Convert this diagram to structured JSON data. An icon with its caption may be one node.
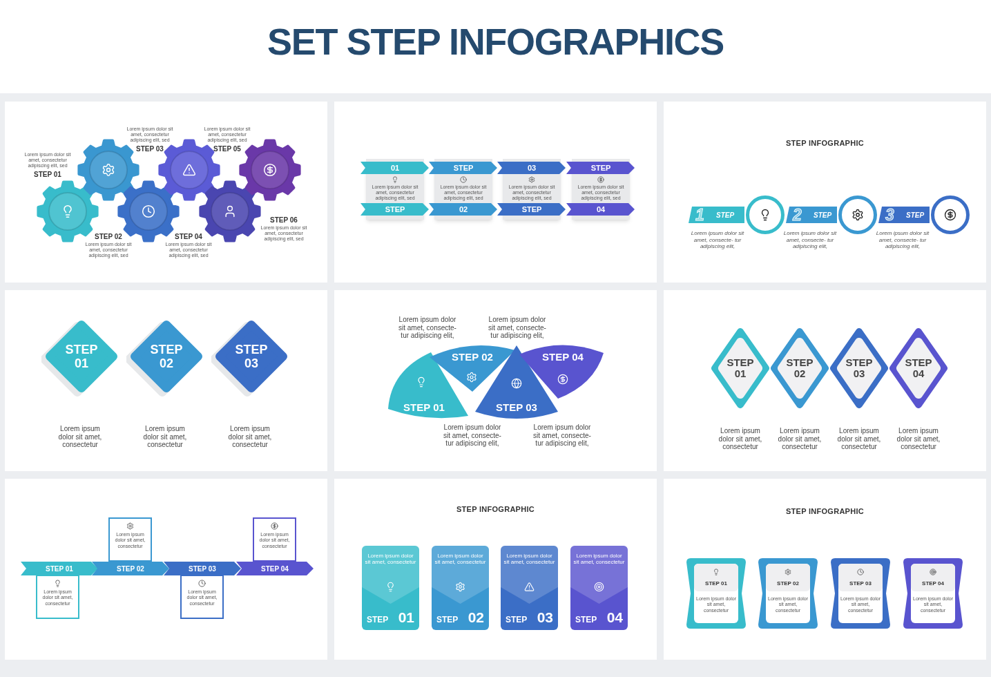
{
  "diagram": {
    "title": "SET STEP INFOGRAPHICS",
    "nodes": [
      {
        "text": [],
        "shape": "box"
      },
      {
        "text": [],
        "shape": "gear",
        "in": 0
      },
      {
        "text": [],
        "shape": "gear",
        "in": 0
      },
      {
        "text": [],
        "shape": "gear",
        "in": 0
      },
      {
        "text": [],
        "shape": "gear",
        "in": 0
      },
      {
        "text": [],
        "shape": "gear",
        "in": 0
      },
      {
        "text": [],
        "shape": "gear",
        "in": 0
      },
      {
        "text": [],
        "shape": "box"
      },
      {
        "text": [
          "01",
          "Lorem ipsum dolor sit amet, consectetur adipiscing elit, sed",
          "STEP"
        ],
        "in": 7
      },
      {
        "text": [
          "STEP",
          "Lorem ipsum dolor sit amet, consectetur adipiscing elit, sed",
          "02"
        ],
        "in": 7
      },
      {
        "text": [
          "03",
          "Lorem ipsum dolor sit amet, consectetur adipiscing elit, sed",
          "STEP"
        ],
        "in": 7
      },
      {
        "text": [
          "STEP",
          "Lorem ipsum dolor sit amet, consectetur adipiscing elit, sed",
          "04"
        ],
        "in": 7
      },
      {
        "text": [
          "STEP INFOGRAPHIC"
        ]
      },
      {
        "text": [
          "1",
          "STEP"
        ],
        "in": 12
      },
      {
        "text": [],
        "shape": "circle",
        "in": 12
      },
      {
        "text": [
          "2",
          "STEP"
        ],
        "in": 12
      },
      {
        "text": [],
        "shape": "circle",
        "in": 12
      },
      {
        "text": [
          "3",
          "STEP"
        ],
        "in": 12
      },
      {
        "text": [],
        "shape": "circle",
        "in": 12
      },
      {
        "text": [],
        "shape": "box"
      },
      {
        "text": [
          "STEP 01"
        ],
        "in": 19
      },
      {
        "text": [
          "STEP 02"
        ],
        "in": 19
      },
      {
        "text": [
          "STEP 03"
        ],
        "in": 19
      },
      {
        "text": [],
        "shape": "box"
      },
      {
        "text": [
          "STEP 01"
        ],
        "in": 23
      },
      {
        "text": [
          "STEP 02"
        ],
        "in": 23
      },
      {
        "text": [
          "STEP 03"
        ],
        "in": 23
      },
      {
        "text": [
          "STEP 04"
        ],
        "in": 23
      },
      {
        "text": [],
        "shape": "box"
      },
      {
        "text": [
          "STEP 01"
        ],
        "in": 28
      },
      {
        "text": [
          "STEP 02"
        ],
        "in": 28
      },
      {
        "text": [
          "STEP 03"
        ],
        "in": 28
      },
      {
        "text": [
          "STEP 04"
        ],
        "in": 28
      },
      {
        "text": [],
        "shape": "box"
      },
      {
        "text": [
          "STEP 01"
        ],
        "in": 33
      },
      {
        "text": [
          "Lorem ipsum dolor sit amet, consectetur"
        ],
        "in": 33
      },
      {
        "text": [
          "STEP 02"
        ],
        "in": 33
      },
      {
        "text": [
          "Lorem ipsum dolor sit amet, consectetur"
        ],
        "in": 33
      },
      {
        "text": [
          "STEP 03"
        ],
        "in": 33
      },
      {
        "text": [
          "Lorem ipsum dolor sit amet, consectetur"
        ],
        "in": 33
      },
      {
        "text": [
          "STEP 04"
        ],
        "in": 33
      },
      {
        "text": [
          "Lorem ipsum dolor sit amet, consectetur"
        ],
        "in": 33
      },
      {
        "text": [
          "STEP INFOGRAPHIC"
        ]
      },
      {
        "text": [
          "Lorem ipsum dolor sit amet, consectetur",
          "STEP",
          "01"
        ],
        "in": 42
      },
      {
        "text": [
          "Lorem ipsum dolor sit amet, consectetur",
          "STEP",
          "02"
        ],
        "in": 42
      },
      {
        "text": [
          "Lorem ipsum dolor sit amet, consectetur",
          "STEP",
          "03"
        ],
        "in": 42
      },
      {
        "text": [
          "Lorem ipsum dolor sit amet, consectetur",
          "STEP",
          "04"
        ],
        "in": 42
      },
      {
        "text": [
          "STEP INFOGRAPHIC"
        ]
      },
      {
        "text": [
          "STEP 01",
          "Lorem ipsum dolor sit amet, consectetur"
        ],
        "in": 47
      },
      {
        "text": [
          "STEP 02",
          "Lorem ipsum dolor sit amet, consectetur"
        ],
        "in": 47
      },
      {
        "text": [
          "STEP 03",
          "Lorem ipsum dolor sit amet, consectetur"
        ],
        "in": 47
      },
      {
        "text": [
          "STEP 04",
          "Lorem ipsum dolor sit amet, consectetur"
        ],
        "in": 47
      }
    ],
    "labels": [
      "Lorem ipsum dolor sit amet, consectetur adipiscing elit, sed",
      "STEP 01",
      "STEP 02",
      "Lorem ipsum dolor sit amet, consectetur adipiscing elit, sed",
      "Lorem ipsum dolor sit amet, consectetur adipiscing elit, sed",
      "STEP 03",
      "STEP 04",
      "Lorem ipsum dolor sit amet, consectetur adipiscing elit, sed",
      "Lorem ipsum dolor sit amet, consectetur adipiscing elit, sed",
      "STEP 05",
      "STEP 06",
      "Lorem ipsum dolor sit amet, consectetur adipiscing elit, sed",
      "Lorem ipsum dolor sit amet, consecte- tur adipiscing elit,",
      "Lorem ipsum dolor sit amet, consecte- tur adipiscing elit,",
      "Lorem ipsum dolor sit amet, consecte- tur adipiscing elit,",
      "Lorem ipsum dolor sit amet, consectetur",
      "Lorem ipsum dolor sit amet, consectetur",
      "Lorem ipsum dolor sit amet, consectetur",
      "Lorem ipsum dolor sit amet, consecte- tur adipiscing elit,",
      "Lorem ipsum dolor sit amet, consecte- tur adipiscing elit,",
      "Lorem ipsum dolor sit amet, consecte- tur adipiscing elit,",
      "Lorem ipsum dolor sit amet, consecte- tur adipiscing elit,",
      "Lorem ipsum dolor sit amet, consectetur",
      "Lorem ipsum dolor sit amet, consectetur",
      "Lorem ipsum dolor sit amet, consectetur",
      "Lorem ipsum dolor sit amet, consectetur"
    ]
  }
}
